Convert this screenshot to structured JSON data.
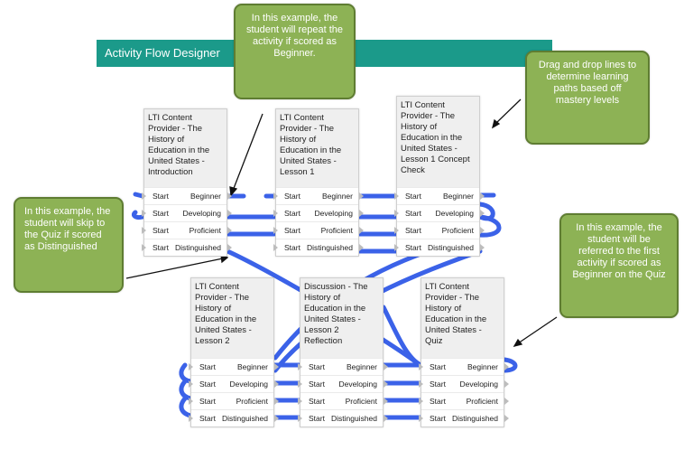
{
  "header": {
    "title": "Activity Flow Designer"
  },
  "nodes": [
    {
      "title": "LTI Content Provider - The History of Education in the United States - Introduction"
    },
    {
      "title": "LTI Content Provider - The History of Education in the United States - Lesson 1"
    },
    {
      "title": "LTI Content Provider - The History of Education in the United States - Lesson 1 Concept Check"
    },
    {
      "title": "LTI Content Provider - The History of Education in the United States - Lesson 2"
    },
    {
      "title": "Discussion - The History of Education in the United States - Lesson 2 Reflection"
    },
    {
      "title": "LTI Content Provider - The History of Education in the United States - Quiz"
    }
  ],
  "row_start_label": "Start",
  "levels": [
    "Beginner",
    "Developing",
    "Proficient",
    "Distinguished"
  ],
  "callouts": {
    "repeat": "In this example, the student will repeat the activity if scored as Beginner.",
    "drag": "Drag and drop lines to determine learning paths based off mastery levels",
    "skip": "In this example, the student will skip to the Quiz if scored as Distinguished",
    "refer": "In this example, the student will be referred to the first activity if scored as Beginner on the Quiz"
  },
  "colors": {
    "banner": "#1b9a8a",
    "link": "#3b62e8",
    "callout": "#8db255"
  }
}
